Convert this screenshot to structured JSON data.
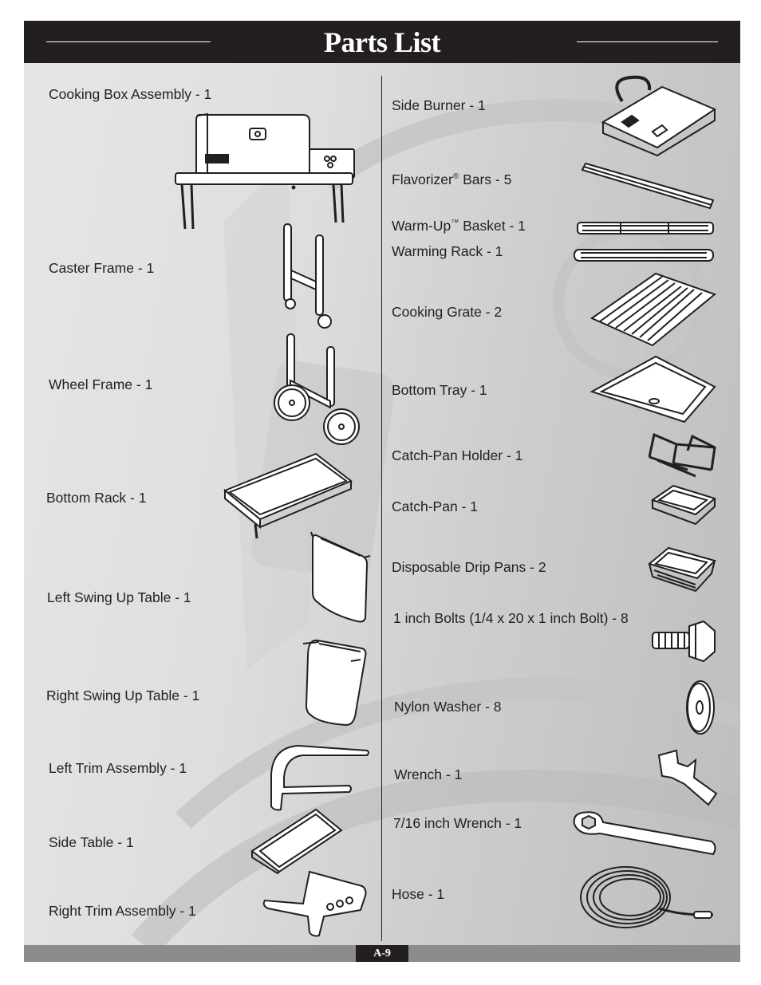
{
  "header": {
    "title": "Parts List"
  },
  "parts_left": [
    {
      "label": "Cooking Box Assembly - 1",
      "icon": "cooking-box-icon"
    },
    {
      "label": "Caster Frame - 1",
      "icon": "caster-frame-icon"
    },
    {
      "label": "Wheel Frame - 1",
      "icon": "wheel-frame-icon"
    },
    {
      "label": "Bottom Rack - 1",
      "icon": "bottom-rack-icon"
    },
    {
      "label": "Left Swing Up Table - 1",
      "icon": "left-swing-table-icon"
    },
    {
      "label": "Right Swing Up Table - 1",
      "icon": "right-swing-table-icon"
    },
    {
      "label": "Left Trim Assembly - 1",
      "icon": "left-trim-icon"
    },
    {
      "label": "Side Table - 1",
      "icon": "side-table-icon"
    },
    {
      "label": "Right Trim Assembly - 1",
      "icon": "right-trim-icon"
    }
  ],
  "parts_right": [
    {
      "label": "Side Burner - 1",
      "icon": "side-burner-icon"
    },
    {
      "label_main": "Flavorizer",
      "label_mark": "®",
      "label_rest": " Bars - 5",
      "icon": "flavorizer-bar-icon"
    },
    {
      "label_main": "Warm-Up",
      "label_mark": "™",
      "label_rest": " Basket - 1",
      "icon": "warm-up-basket-icon"
    },
    {
      "label": "Warming Rack - 1",
      "icon": "warming-rack-icon"
    },
    {
      "label": "Cooking Grate - 2",
      "icon": "cooking-grate-icon"
    },
    {
      "label": "Bottom Tray - 1",
      "icon": "bottom-tray-icon"
    },
    {
      "label": "Catch-Pan Holder - 1",
      "icon": "catch-pan-holder-icon"
    },
    {
      "label": "Catch-Pan - 1",
      "icon": "catch-pan-icon"
    },
    {
      "label": "Disposable Drip Pans - 2",
      "icon": "drip-pan-icon"
    },
    {
      "label": "1 inch Bolts (1/4 x 20 x 1 inch Bolt) - 8",
      "icon": "bolt-icon"
    },
    {
      "label": "Nylon Washer - 8",
      "icon": "nylon-washer-icon"
    },
    {
      "label": "Wrench - 1",
      "icon": "wrench-icon"
    },
    {
      "label": "7/16 inch Wrench - 1",
      "icon": "box-wrench-icon"
    },
    {
      "label": "Hose - 1",
      "icon": "hose-icon"
    }
  ],
  "footer": {
    "page_number": "A-9"
  },
  "colors": {
    "header_bg": "#231f20",
    "text": "#231f20",
    "footer_bar": "#8c8c8c",
    "panel_bg": "#d9d9d9"
  }
}
